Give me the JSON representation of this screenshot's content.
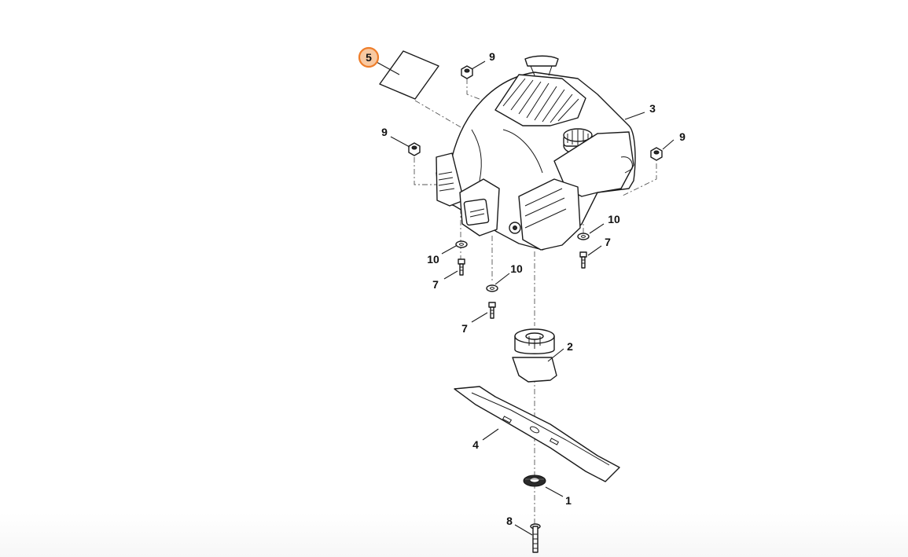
{
  "callouts": [
    {
      "id": "c5",
      "label": "5",
      "highlighted": true
    },
    {
      "id": "c9a",
      "label": "9"
    },
    {
      "id": "c9b",
      "label": "9"
    },
    {
      "id": "c9c",
      "label": "9"
    },
    {
      "id": "c3",
      "label": "3"
    },
    {
      "id": "c10a",
      "label": "10"
    },
    {
      "id": "c7a",
      "label": "7"
    },
    {
      "id": "c10b",
      "label": "10"
    },
    {
      "id": "c7b",
      "label": "7"
    },
    {
      "id": "c10c",
      "label": "10"
    },
    {
      "id": "c7c",
      "label": "7"
    },
    {
      "id": "c2",
      "label": "2"
    },
    {
      "id": "c4",
      "label": "4"
    },
    {
      "id": "c1",
      "label": "1"
    },
    {
      "id": "c8",
      "label": "8"
    }
  ],
  "colors": {
    "highlight_fill": "#f8c9a2",
    "highlight_stroke": "#ee7d2a",
    "line": "#1a1a1a"
  },
  "icons": {
    "engine": "engine-icon",
    "label_sticker": "label-sticker-icon",
    "nut": "nut-icon",
    "washer": "washer-icon",
    "bolt": "bolt-icon",
    "blade_adapter": "blade-adapter-icon",
    "blade": "blade-icon",
    "spring_washer": "spring-washer-icon"
  }
}
